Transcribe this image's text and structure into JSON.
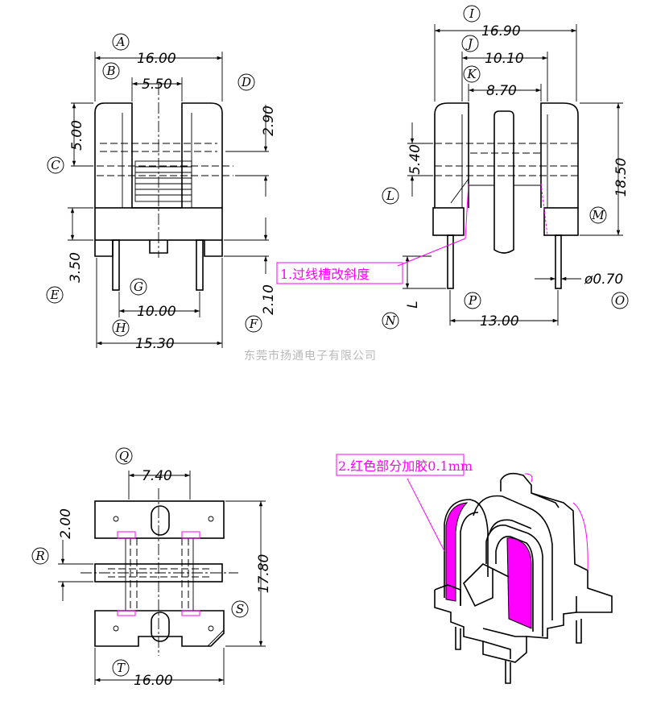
{
  "labels": {
    "A": "A",
    "B": "B",
    "C": "C",
    "D": "D",
    "E": "E",
    "F": "F",
    "G": "G",
    "H": "H",
    "I": "I",
    "J": "J",
    "K": "K",
    "L": "L",
    "M": "M",
    "N": "N",
    "O": "O",
    "P": "P",
    "Q": "Q",
    "R": "R",
    "S": "S",
    "T": "T"
  },
  "dims": {
    "A": "16.00",
    "B": "5.50",
    "C": "5.00",
    "D": "2.90",
    "E": "3.50",
    "F": "2.10",
    "G": "10.00",
    "H": "15.30",
    "I": "16.90",
    "J": "10.10",
    "K": "8.70",
    "L": "5.40",
    "M": "18.50",
    "N": "L",
    "O": "ø0.70",
    "P": "13.00",
    "Q": "7.40",
    "R": "2.00",
    "S": "17.80",
    "T": "16.00"
  },
  "notes": {
    "note1": "1.过线槽改斜度",
    "note2": "2.红色部分加胶0.1mm"
  },
  "company": "东莞市扬通电子有限公司",
  "colors": {
    "line": "#000000",
    "annotation": "#ff00ff",
    "glue_fill": "#ff00ff",
    "company_text": "#b8b8b8"
  }
}
